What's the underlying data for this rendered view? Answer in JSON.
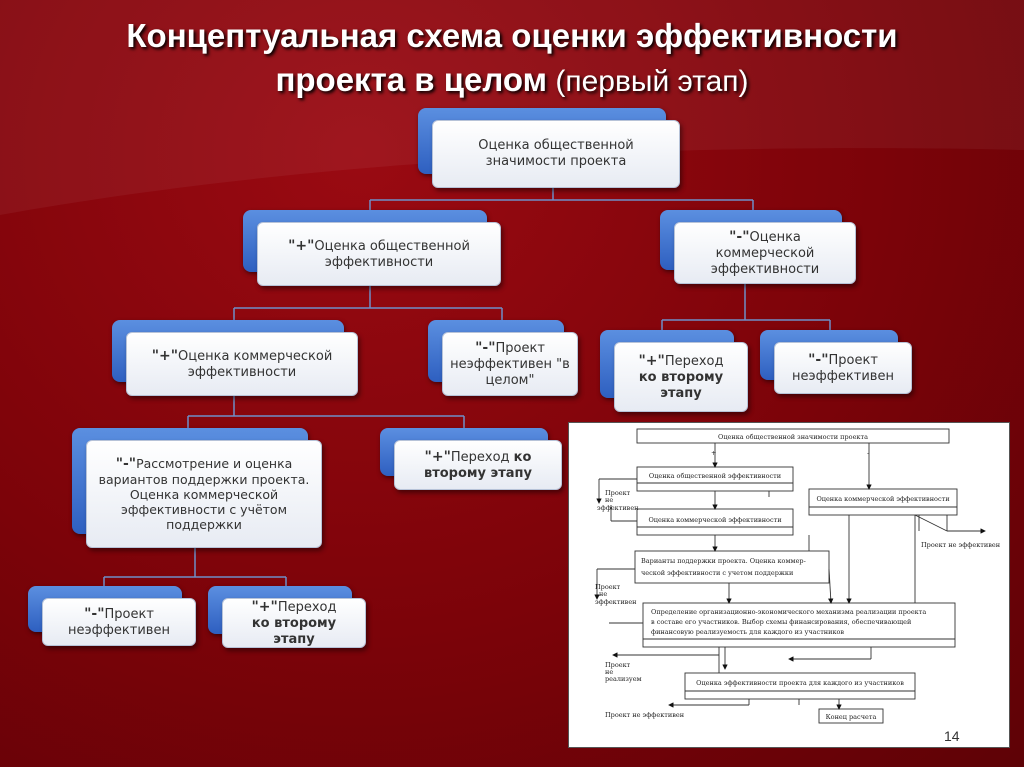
{
  "title": {
    "main": "Концептуальная схема оценки эффективности",
    "line2_bold": "проекта в целом",
    "line2_light": " (первый этап)"
  },
  "nodes": {
    "root": "Оценка общественной значимости проекта",
    "plus_social_sign": "\"+\"",
    "plus_social_text": "Оценка общественной эффективности",
    "minus_commercial_sign": "\"-\"",
    "minus_commercial_text": "Оценка коммерческой эффективности",
    "plus_commercial_sign": "\"+\"",
    "plus_commercial_text": "Оценка коммерческой эффективности",
    "minus_ineffective_whole_sign": "\"-\"",
    "minus_ineffective_whole_text": "Проект неэффективен \"в целом\"",
    "right_plus_transition_sign": "\"+\"",
    "right_plus_transition_text1": "Переход",
    "right_plus_transition_text2": "ко второму этапу",
    "right_minus_ineffective_sign": "\"-\"",
    "right_minus_ineffective_text": "Проект неэффективен",
    "support_sign": "\"-\"",
    "support_text": "Рассмотрение и оценка вариантов поддержки проекта. Оценка коммерческой эффективности с учётом поддержки",
    "mid_plus_transition_sign": "\"+\"",
    "mid_plus_transition_text1": "Переход ",
    "mid_plus_transition_text2": "ко второму этапу",
    "bottom_minus_sign": "\"-\"",
    "bottom_minus_text": "Проект неэффективен",
    "bottom_plus_sign": "\"+\"",
    "bottom_plus_text1": "Переход",
    "bottom_plus_text2": "ко второму этапу"
  },
  "inset": {
    "box1": "Оценка общественной значимости проекта",
    "box2": "Оценка общественной эффективности",
    "box3": "Оценка коммерческой эффективности",
    "box4": "Оценка коммерческой эффективности",
    "box5_l1": "Варианты поддержки проекта. Оценка коммер-",
    "box5_l2": "ческой эффективности с учетом поддержки",
    "box6_l1": "Определение организационно-экономического механизма реализации проекта",
    "box6_l2": "в составе его участников. Выбор схемы финансирования, обеспечивающей",
    "box6_l3": "финансовую реализуемость для каждого из участников",
    "box7": "Оценка эффективности проекта для каждого из участников",
    "box8": "Конец расчета",
    "side1_l1": "Проект",
    "side1_l2": "не",
    "side1_l3": "эффективен",
    "side2_l1": "Проект",
    "side2_l2": "не",
    "side2_l3": "эффективен",
    "side3_l1": "Проект",
    "side3_l2": "не",
    "side3_l3": "реализуем",
    "side4": "Проект не эффективен",
    "right_out": "Проект не эффективен",
    "plus": "+",
    "minus": "-"
  },
  "slide_number": "14"
}
